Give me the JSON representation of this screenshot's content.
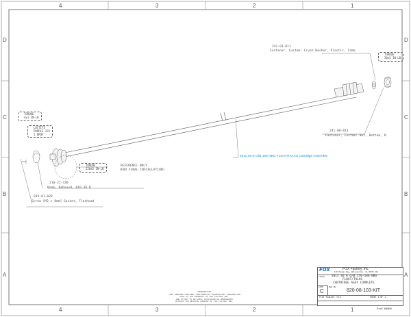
{
  "zones": {
    "columns": [
      "4",
      "3",
      "2",
      "1"
    ],
    "rows": [
      "D",
      "C",
      "B",
      "A"
    ]
  },
  "callouts": {
    "crush_washer_pn": "241-01-011",
    "crush_washer_desc": "Fastener, Custom: Crush Washer, Plastic, 13mm",
    "nut_pn": "241-08-011",
    "nut_desc": "Fastener, Custom: Nut, Bottom, R",
    "knob_pn": "210-22-330",
    "knob_desc": "Knob, Rebound, 010 36 R",
    "screw_pn": "019-01-029",
    "screw_desc": "Screw [M2 x 8mm] Socket, Flathead",
    "reference_line1": "REFERENCE ONLY",
    "reference_line2": "(FOR FINAL INSTALLATION)",
    "assembly_label": "2011 36 R O/B 160 NBO FLOAT/TALAS Cartridge Assembly"
  },
  "torque_notes": {
    "right_line1": "TORQUE",
    "right_line2": "30±5 IN-LB",
    "left_line1": "TORQUE",
    "left_line2": "4±1 IN-LB",
    "middle_line1": "TORQUE",
    "middle_line2": "220±5 IN-LB",
    "loctite_line1": "LOCTITE",
    "loctite_line2": "PURPLE 222",
    "loctite_line3": "1 DROP"
  },
  "title_block": {
    "company": "FOX Factory, Inc.",
    "logo_text": "FOX",
    "address": "130 Hangar Way, Watsonville, CA 95076 USA",
    "title_label": "TITLE",
    "title_line1": "2011 36 R O/B 170-180 NBO",
    "title_line2": "FLOAT/TALAS",
    "title_line3": "CARTRIDGE ASSY COMPLETE",
    "size_label": "SIZE",
    "size": "C",
    "dwg_label": "DWG NO.",
    "dwg_no": "820-08-103-KIT",
    "scale": "PLOT SCALED: 75:1",
    "sheet": "SHEET 1 OF 1",
    "footer": "ProE 600EW"
  },
  "confidentiality": {
    "line1": "PROPRIETARY",
    "line2": "THIS DRAWING CONTAINS CONFIDENTIAL PROPRIETARY INFORMATION",
    "line3": "THAT IS THE PROPERTY OF FOX FACTORY INC.",
    "line4": "AND IS NOT TO BE USED, DISCLOSED OR REPRODUCED",
    "line5": "WITHOUT THE WRITTEN CONSENT OF FOX FACTORY INC."
  },
  "colors": {
    "line": "#555555",
    "accent_blue": "#1a8fd8",
    "logo_blue": "#1f6fb4"
  }
}
